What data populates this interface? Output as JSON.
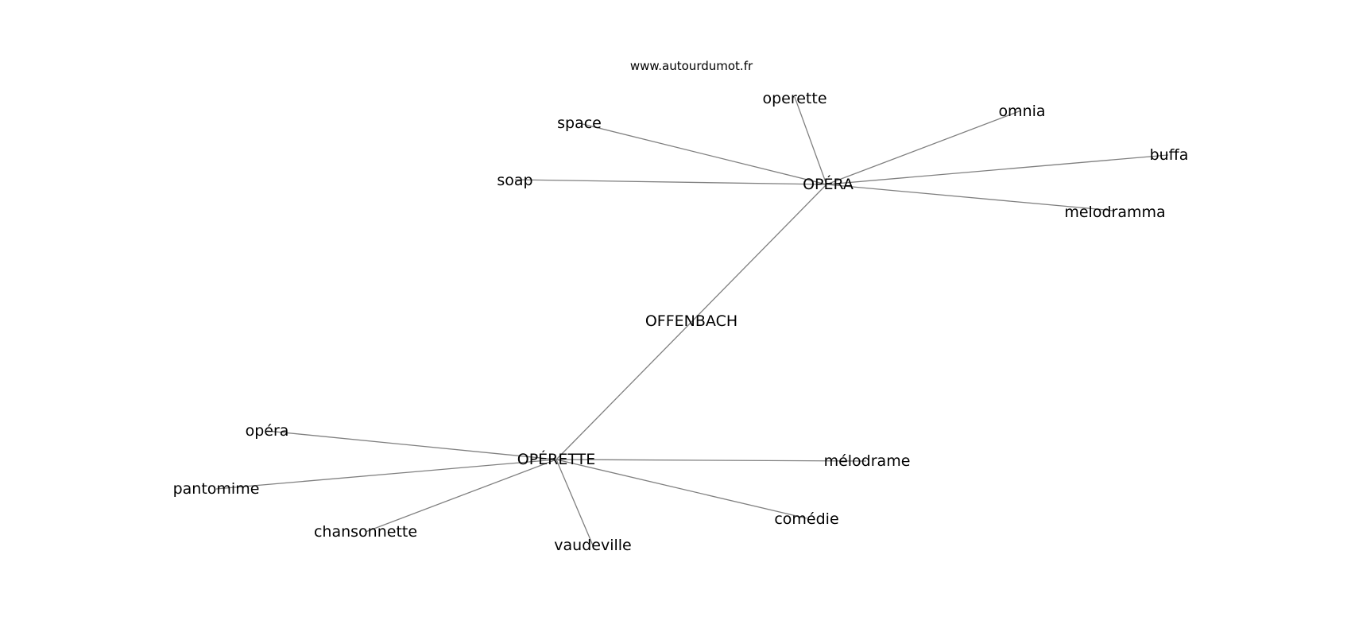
{
  "watermark": "www.autourdumot.fr",
  "nodes": [
    {
      "id": "offenbach",
      "label": "OFFENBACH"
    },
    {
      "id": "opera_hub",
      "label": "OPÉRA"
    },
    {
      "id": "operette_hub",
      "label": "OPÉRETTE"
    },
    {
      "id": "operette",
      "label": "operette"
    },
    {
      "id": "omnia",
      "label": "omnia"
    },
    {
      "id": "space",
      "label": "space"
    },
    {
      "id": "buffa",
      "label": "buffa"
    },
    {
      "id": "soap",
      "label": "soap"
    },
    {
      "id": "melodramma",
      "label": "melodramma"
    },
    {
      "id": "opera",
      "label": "opéra"
    },
    {
      "id": "melodrame",
      "label": "mélodrame"
    },
    {
      "id": "pantomime",
      "label": "pantomime"
    },
    {
      "id": "comedie",
      "label": "comédie"
    },
    {
      "id": "chansonnette",
      "label": "chansonnette"
    },
    {
      "id": "vaudeville",
      "label": "vaudeville"
    }
  ],
  "edges": [
    [
      "opera_hub",
      "operette_hub"
    ],
    [
      "opera_hub",
      "operette"
    ],
    [
      "opera_hub",
      "omnia"
    ],
    [
      "opera_hub",
      "space"
    ],
    [
      "opera_hub",
      "buffa"
    ],
    [
      "opera_hub",
      "soap"
    ],
    [
      "opera_hub",
      "melodramma"
    ],
    [
      "operette_hub",
      "opera"
    ],
    [
      "operette_hub",
      "melodrame"
    ],
    [
      "operette_hub",
      "pantomime"
    ],
    [
      "operette_hub",
      "comedie"
    ],
    [
      "operette_hub",
      "chansonnette"
    ],
    [
      "operette_hub",
      "vaudeville"
    ]
  ]
}
